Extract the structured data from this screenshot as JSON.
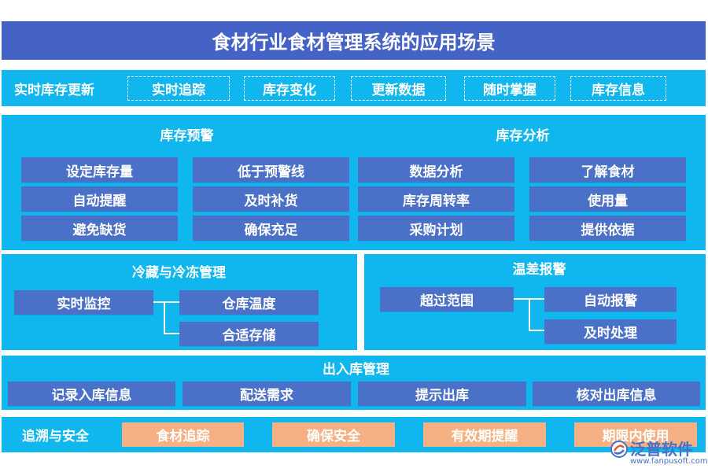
{
  "title": "食材行业食材管理系统的应用场景",
  "realtime": {
    "label": "实时库存更新",
    "items": [
      "实时追踪",
      "库存变化",
      "更新数据",
      "随时掌握",
      "库存信息"
    ]
  },
  "warning": {
    "heading": "库存预警",
    "col1": [
      "设定库存量",
      "自动提醒",
      "避免缺货"
    ],
    "col2": [
      "低于预警线",
      "及时补货",
      "确保充足"
    ]
  },
  "analysis": {
    "heading": "库存分析",
    "col1": [
      "数据分析",
      "库存周转率",
      "采购计划"
    ],
    "col2": [
      "了解食材",
      "使用量",
      "提供依据"
    ]
  },
  "cold": {
    "heading": "冷藏与冷冻管理",
    "root": "实时监控",
    "branches": [
      "仓库温度",
      "合适存储"
    ]
  },
  "tempdiff": {
    "heading": "温差报警",
    "root": "超过范围",
    "branches": [
      "自动报警",
      "及时处理"
    ]
  },
  "inout": {
    "heading": "出入库管理",
    "items": [
      "记录入库信息",
      "配送需求",
      "提示出库",
      "核对出库信息"
    ]
  },
  "trace": {
    "label": "追溯与安全",
    "items": [
      "食材追踪",
      "确保安全",
      "有效期提醒",
      "期限内使用"
    ]
  },
  "logo": {
    "brand": "泛普软件",
    "url": "www.fanpusoft.com"
  },
  "colors": {
    "title_bg": "#4563c6",
    "band_bg": "#0fb7ee",
    "box_blue": "#4a70c7",
    "box_orange": "#f5b184"
  }
}
